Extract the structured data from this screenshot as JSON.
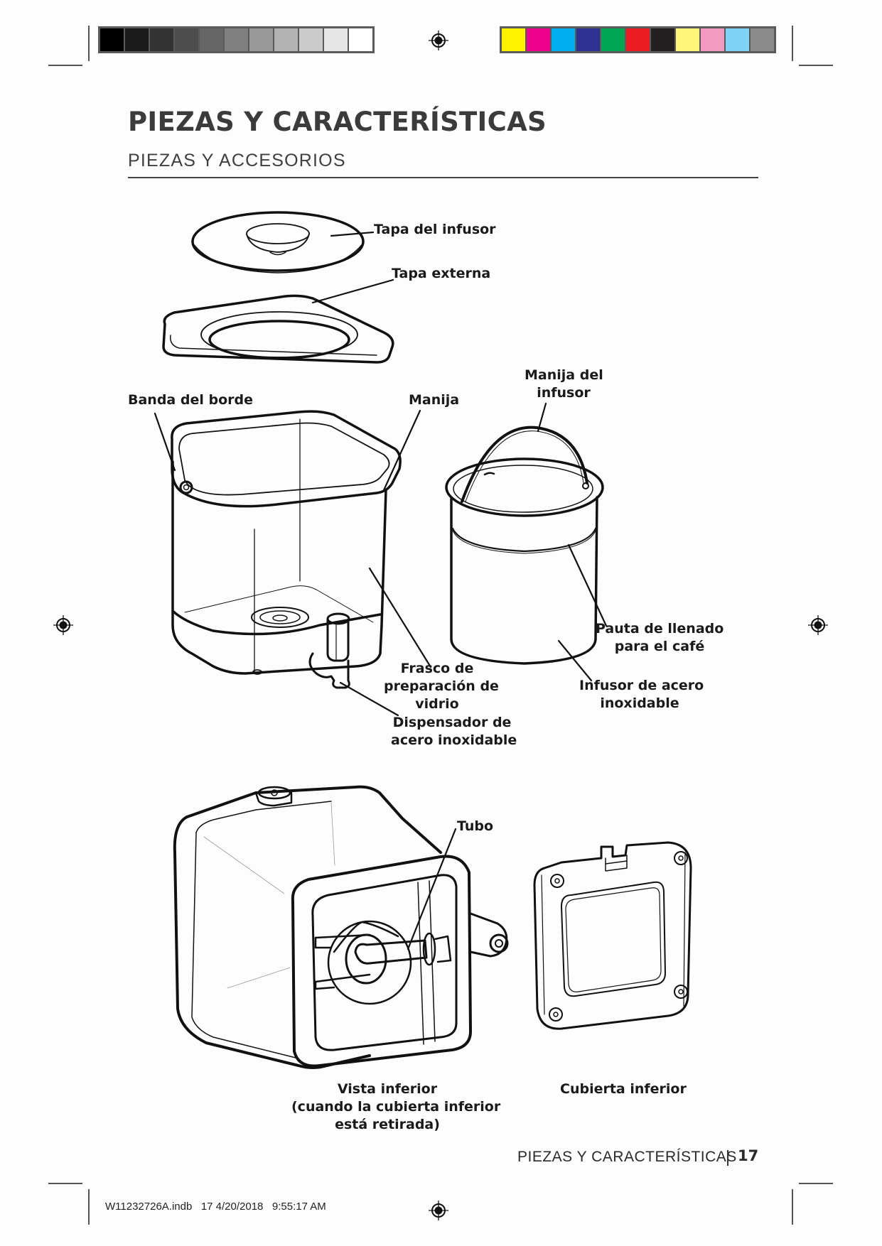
{
  "print_marks": {
    "grayscale_swatches": [
      "#000000",
      "#1a1a1a",
      "#333333",
      "#4d4d4d",
      "#666666",
      "#808080",
      "#999999",
      "#b3b3b3",
      "#cccccc",
      "#e6e6e6",
      "#ffffff"
    ],
    "color_swatches": [
      "#fff200",
      "#ec008c",
      "#00aeef",
      "#2e3192",
      "#00a651",
      "#ed1c24",
      "#231f20",
      "#fff57a",
      "#f49ac1",
      "#7fd3f5",
      "#8a8a8a"
    ]
  },
  "header": {
    "title": "PIEZAS Y CARACTERÍSTICAS",
    "subtitle": "PIEZAS Y ACCESORIOS"
  },
  "labels": {
    "infuser_lid": "Tapa del infusor",
    "outer_lid": "Tapa externa",
    "rim_band": "Banda del borde",
    "handle": "Manija",
    "infuser_handle_1": "Manija del",
    "infuser_handle_2": "infusor",
    "fill_line_1": "Pauta de llenado",
    "fill_line_2": "para el café",
    "glass_jar_1": "Frasco de",
    "glass_jar_2": "preparación de",
    "glass_jar_3": "vidrio",
    "infuser_1": "Infusor de acero",
    "infuser_2": "inoxidable",
    "dispenser_1": "Dispensador de",
    "dispenser_2": "acero inoxidable",
    "tube": "Tubo",
    "bottom_view_1": "Vista inferior",
    "bottom_view_2": "(cuando la cubierta inferior",
    "bottom_view_3": "está retirada)",
    "bottom_cover": "Cubierta inferior"
  },
  "footer": {
    "section": "PIEZAS Y CARACTERÍSTICAS",
    "page_number": "17",
    "slug": "W11232726A.indb   17 4/20/2018   9:55:17 AM"
  }
}
